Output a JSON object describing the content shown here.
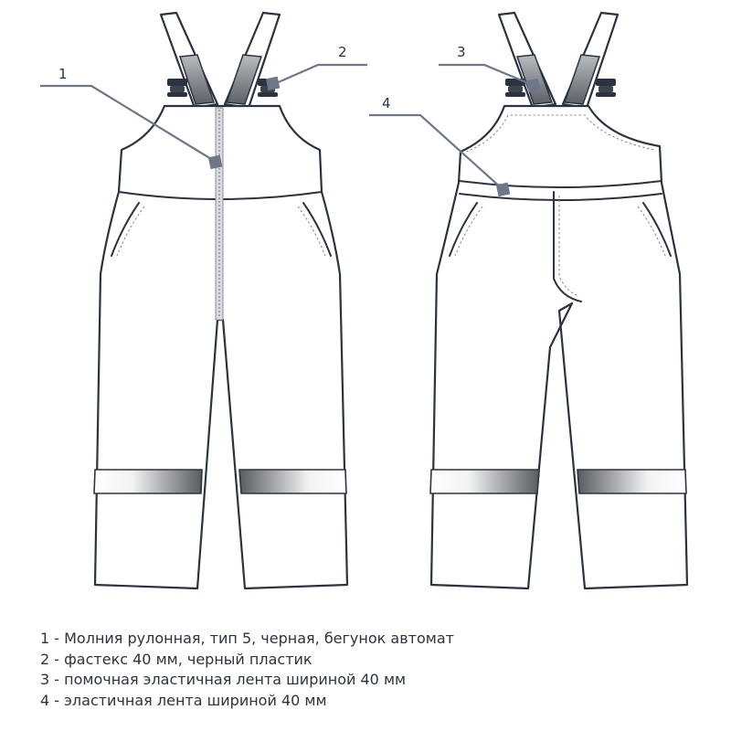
{
  "callouts": [
    {
      "number": "1"
    },
    {
      "number": "2"
    },
    {
      "number": "3"
    },
    {
      "number": "4"
    }
  ],
  "legend": [
    "1  - Молния рулонная, тип 5, черная, бегунок автомат",
    "2  - фастекс 40 мм, черный пластик",
    "3  - помочная эластичная лента шириной 40 мм",
    "4  - эластичная лента шириной 40 мм"
  ],
  "colors": {
    "outline": "#2c3340",
    "callout": "#6e7787",
    "strap_dark": "#6f7278"
  }
}
